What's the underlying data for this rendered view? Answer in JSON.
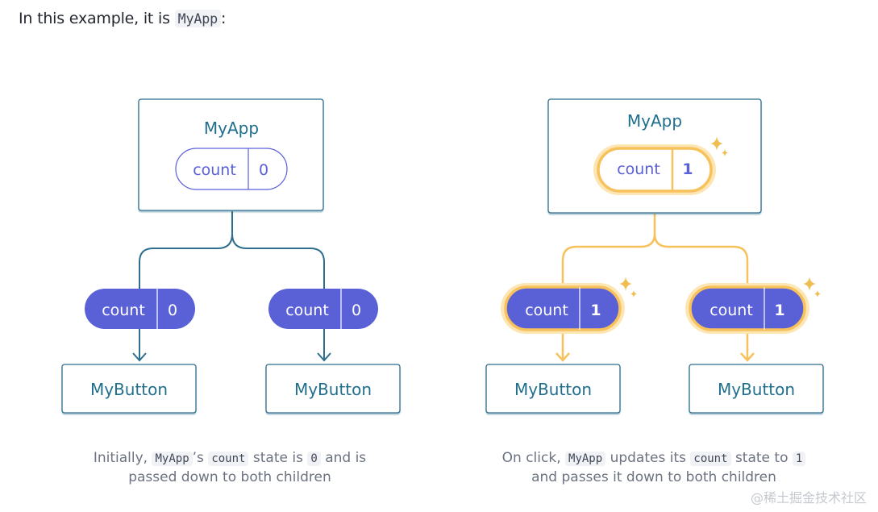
{
  "intro": {
    "text": "In this example, it is",
    "code": "MyApp",
    "suffix": ":"
  },
  "left": {
    "parent": {
      "name": "MyApp",
      "state_label": "count",
      "state_value": "0"
    },
    "children": [
      {
        "state_label": "count",
        "state_value": "0",
        "name": "MyButton"
      },
      {
        "state_label": "count",
        "state_value": "0",
        "name": "MyButton"
      }
    ],
    "caption": {
      "p1": "Initially,",
      "c1": "MyApp",
      "p2": "’s",
      "c2": "count",
      "p3": "state is",
      "c3": "0",
      "p4": "and is",
      "line2": "passed down to both children"
    }
  },
  "right": {
    "parent": {
      "name": "MyApp",
      "state_label": "count",
      "state_value": "1"
    },
    "children": [
      {
        "state_label": "count",
        "state_value": "1",
        "name": "MyButton"
      },
      {
        "state_label": "count",
        "state_value": "1",
        "name": "MyButton"
      }
    ],
    "caption": {
      "p1": "On click,",
      "c1": "MyApp",
      "p2": "updates its",
      "c2": "count",
      "p3": "state to",
      "c3": "1",
      "line2": "and passes it down to both children"
    }
  },
  "watermark": "@稀土掘金技术社区",
  "colors": {
    "box_border": "#2f6e8e",
    "box_text": "#1f6e8c",
    "pill": "#5a60d6",
    "highlight": "#f7c25b",
    "sparkle": "#f0bd4f"
  }
}
